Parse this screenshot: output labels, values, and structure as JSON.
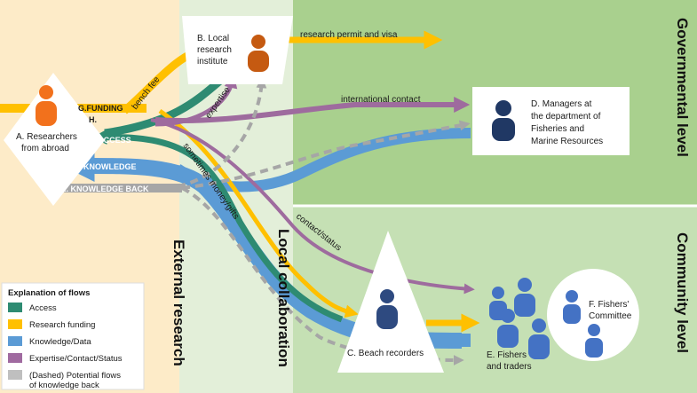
{
  "zones": {
    "external": {
      "label": "External research",
      "color": "#fdebc8"
    },
    "local": {
      "label": "Local collaboration",
      "color": "#e3efd9"
    },
    "government": {
      "label": "Governmental level",
      "color": "#a9d08e"
    },
    "community": {
      "label": "Community level",
      "color": "#c5e0b4"
    }
  },
  "actors": {
    "A": {
      "label_line1": "A. Researchers",
      "label_line2": "from abroad",
      "color": "#f2711c"
    },
    "B": {
      "label_line1": "B. Local",
      "label_line2": "research",
      "label_line3": "institute",
      "color": "#c55a11"
    },
    "C": {
      "label": "C. Beach recorders",
      "color": "#2e4a80"
    },
    "D": {
      "label_line1": "D. Managers at",
      "label_line2": "the department of",
      "label_line3": "Fisheries and",
      "label_line4": "Marine Resources",
      "color": "#203864"
    },
    "E": {
      "label_line1": "E. Fishers",
      "label_line2": "and traders",
      "color": "#4472c4"
    },
    "F": {
      "label_line1": "F. Fishers'",
      "label_line2": "Committee",
      "color": "#4472c4"
    }
  },
  "flow_labels": {
    "funding": "G.FUNDING",
    "h": "H.",
    "access": "I. ACCESS",
    "knowledge": "J. KNOWLEDGE",
    "knowledge_back": "K. KNOWLEDGE BACK",
    "bench_fee": "bench fee",
    "expertise": "expertise",
    "research_permit": "research permit and visa",
    "international_contact": "international contact",
    "sometimes_money": "sometimes money/gifts",
    "contact_status": "contact/status"
  },
  "legend": {
    "title": "Explanation of flows",
    "items": [
      {
        "label": "Access",
        "color": "#2e8b72"
      },
      {
        "label": "Research funding",
        "color": "#ffc000"
      },
      {
        "label": "Knowledge/Data",
        "color": "#5b9bd5"
      },
      {
        "label": "Expertise/Contact/Status",
        "color": "#a06aa0"
      },
      {
        "label": "(Dashed) Potential flows",
        "label2": "of knowledge back",
        "color": "#bfbfbf"
      }
    ]
  },
  "colors": {
    "access": "#2e8b72",
    "funding": "#ffc000",
    "knowledge": "#5b9bd5",
    "expertise": "#9e6b9e",
    "knowledge_back": "#a6a6a6"
  }
}
